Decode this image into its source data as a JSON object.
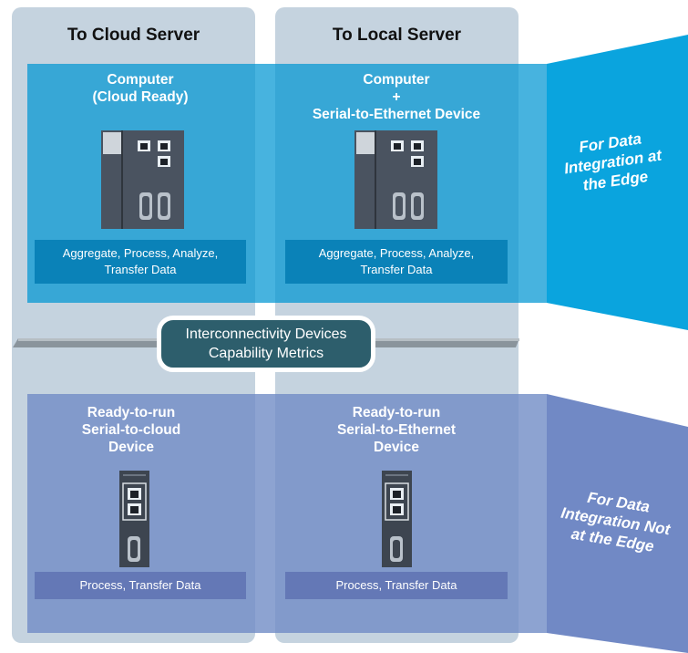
{
  "columns": [
    {
      "title": "To Cloud Server"
    },
    {
      "title": "To Local Server"
    }
  ],
  "edge_band": {
    "side_label": [
      "For Data",
      "Integration at",
      "the Edge"
    ],
    "cards": [
      {
        "title": [
          "Computer",
          "(Cloud Ready)"
        ],
        "function": [
          "Aggregate, Process, Analyze,",
          "Transfer Data"
        ],
        "device_icon": "industrial-computer-icon"
      },
      {
        "title": [
          "Computer",
          "+",
          "Serial-to-Ethernet Device"
        ],
        "function": [
          "Aggregate, Process, Analyze,",
          "Transfer Data"
        ],
        "device_icon": "industrial-computer-icon"
      }
    ],
    "color": "#0096d2"
  },
  "center_label": [
    "Interconnectivity Devices",
    "Capability Metrics"
  ],
  "non_edge_band": {
    "side_label": [
      "For Data",
      "Integration Not",
      "at the Edge"
    ],
    "cards": [
      {
        "title": [
          "Ready-to-run",
          "Serial-to-cloud",
          "Device"
        ],
        "function": [
          "Process, Transfer Data"
        ],
        "device_icon": "serial-device-icon"
      },
      {
        "title": [
          "Ready-to-run",
          "Serial-to-Ethernet",
          "Device"
        ],
        "function": [
          "Process, Transfer Data"
        ],
        "device_icon": "serial-device-icon"
      }
    ],
    "color": "#708cc6"
  }
}
